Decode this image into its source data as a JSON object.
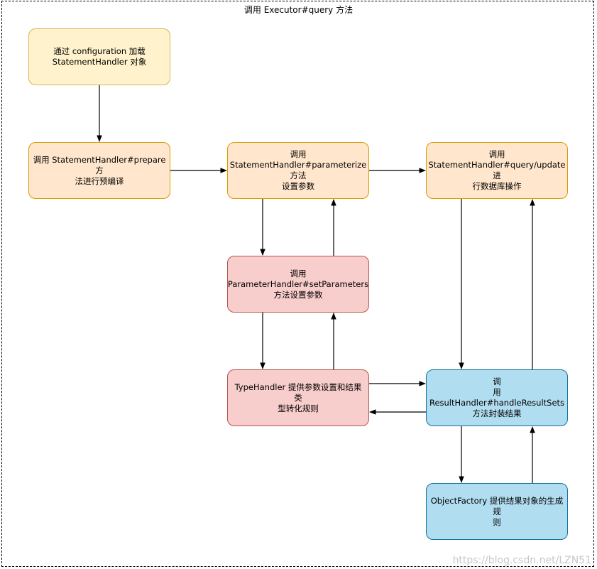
{
  "frame": {
    "title": "调用 Executor#query 方法"
  },
  "nodes": {
    "load_handler": {
      "text": "通过 configuration 加载\nStatementHandler 对象"
    },
    "prepare": {
      "text": "调用 StatementHandler#prepare 方\n法进行预编译"
    },
    "parameterize": {
      "text": "调用\nStatementHandler#parameterize方法\n设置参数"
    },
    "query_update": {
      "text": "调用\nStatementHandler#query/update 进\n行数据库操作"
    },
    "set_parameters": {
      "text": "调用\nParameterHandler#setParameters\n方法设置参数"
    },
    "type_handler": {
      "text": "TypeHandler 提供参数设置和结果类\n型转化规则"
    },
    "result_handler": {
      "text": "调\n用 ResultHandler#handleResultSets\n方法封装结果"
    },
    "object_factory": {
      "text": "ObjectFactory 提供结果对象的生成规\n则"
    }
  },
  "watermark": "https://blog.csdn.net/LZN51"
}
